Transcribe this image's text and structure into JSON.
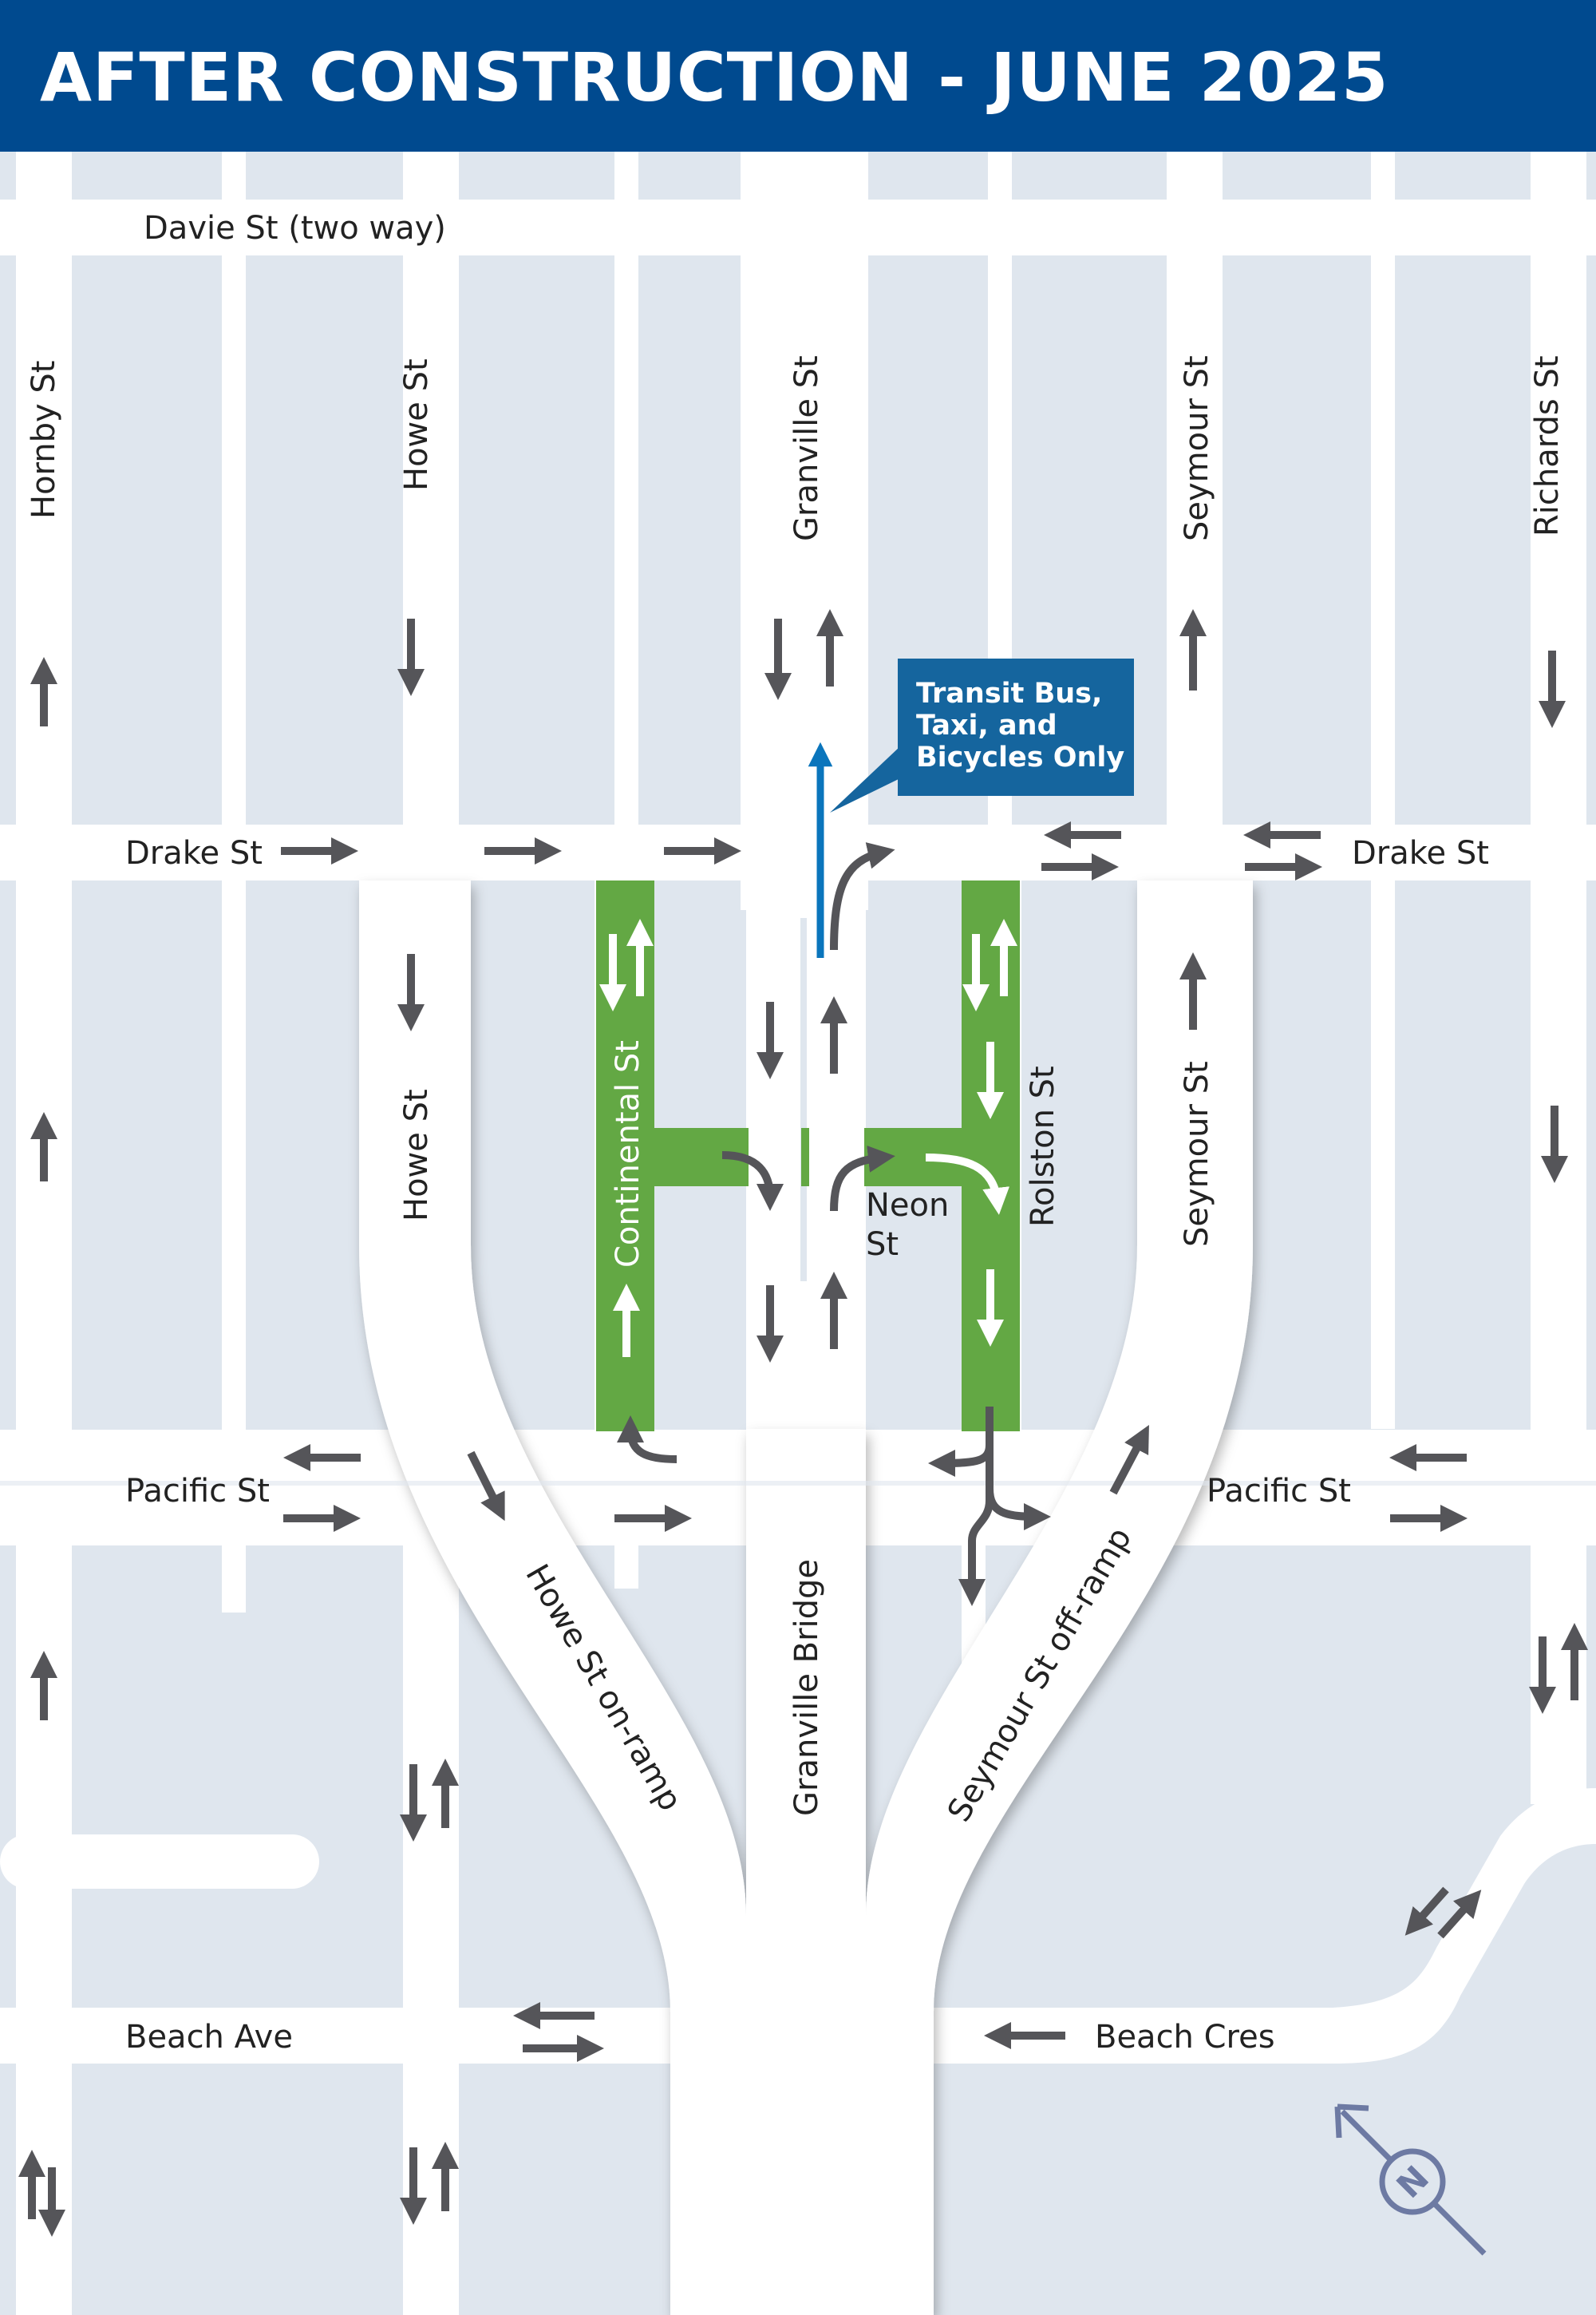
{
  "header": {
    "title": "AFTER CONSTRUCTION - JUNE 2025"
  },
  "colors": {
    "header_bg": "#004a8f",
    "block": "#dfe6ee",
    "road": "#ffffff",
    "green_zone": "#63a844",
    "arrow": "#555559",
    "transit_blue": "#0a75bc",
    "callout_bg": "#15659e",
    "compass": "#6d7aa3"
  },
  "streets": {
    "davie": "Davie St (two way)",
    "hornby": "Hornby St",
    "howe_north": "Howe St",
    "granville": "Granville St",
    "seymour_north": "Seymour St",
    "richards": "Richards St",
    "drake_west": "Drake St",
    "drake_east": "Drake St",
    "howe_mid": "Howe St",
    "continental": "Continental St",
    "neon_line1": "Neon",
    "neon_line2": "St",
    "rolston": "Rolston St",
    "seymour_mid": "Seymour St",
    "pacific_west": "Pacific St",
    "pacific_east": "Pacific St",
    "howe_onramp": "Howe St on-ramp",
    "granville_bridge": "Granville Bridge",
    "seymour_offramp": "Seymour St off-ramp",
    "beach_ave": "Beach Ave",
    "beach_cres": "Beach Cres"
  },
  "callout": {
    "line1": "Transit Bus,",
    "line2": "Taxi, and",
    "line3": "Bicycles Only"
  },
  "compass": {
    "letter": "N"
  },
  "icons": {
    "arrow": "straight-arrow-icon",
    "turn": "turn-arrow-icon",
    "compass": "north-compass-icon"
  }
}
